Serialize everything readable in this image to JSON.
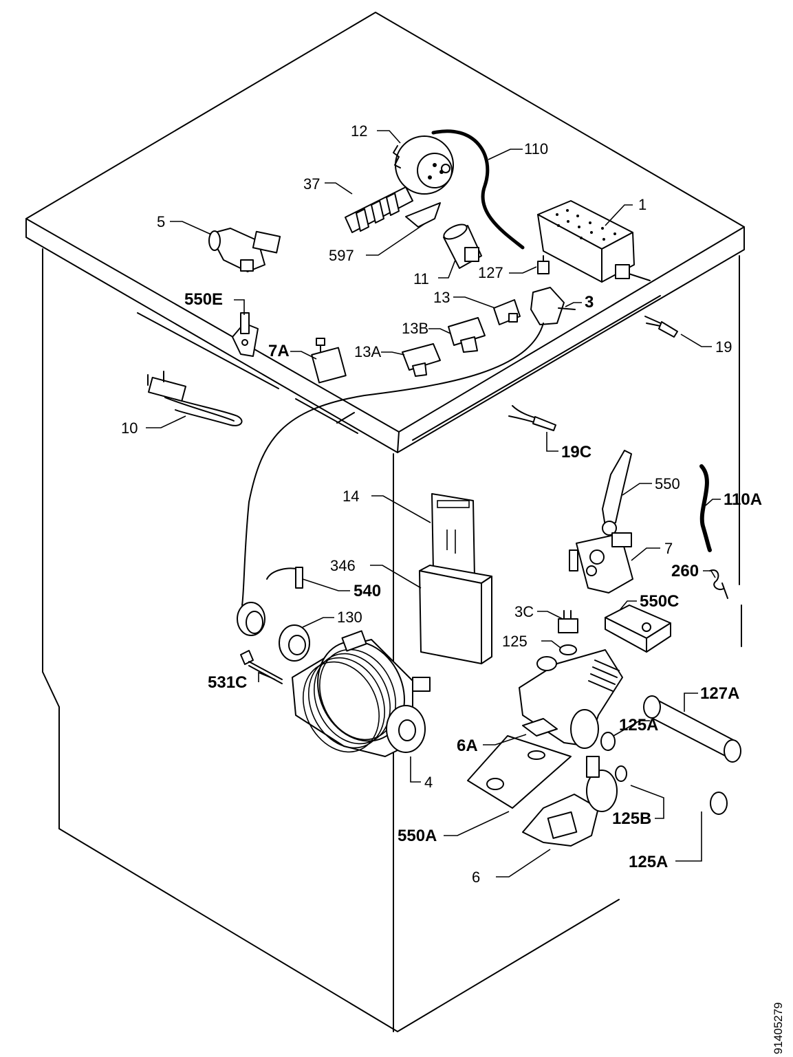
{
  "diagram": {
    "drawing_number": "91405279",
    "part_labels": [
      {
        "id": "12",
        "text": "12"
      },
      {
        "id": "110",
        "text": "110"
      },
      {
        "id": "37",
        "text": "37"
      },
      {
        "id": "1",
        "text": "1"
      },
      {
        "id": "5",
        "text": "5"
      },
      {
        "id": "597",
        "text": "597"
      },
      {
        "id": "11",
        "text": "11"
      },
      {
        "id": "127",
        "text": "127"
      },
      {
        "id": "550E",
        "text": "550E"
      },
      {
        "id": "13",
        "text": "13"
      },
      {
        "id": "3",
        "text": "3"
      },
      {
        "id": "13B",
        "text": "13B"
      },
      {
        "id": "7A",
        "text": "7A"
      },
      {
        "id": "13A",
        "text": "13A"
      },
      {
        "id": "19",
        "text": "19"
      },
      {
        "id": "10",
        "text": "10"
      },
      {
        "id": "19C",
        "text": "19C"
      },
      {
        "id": "550",
        "text": "550"
      },
      {
        "id": "110A",
        "text": "110A"
      },
      {
        "id": "14",
        "text": "14"
      },
      {
        "id": "7",
        "text": "7"
      },
      {
        "id": "346",
        "text": "346"
      },
      {
        "id": "260",
        "text": "260"
      },
      {
        "id": "540",
        "text": "540"
      },
      {
        "id": "550C",
        "text": "550C"
      },
      {
        "id": "3C",
        "text": "3C"
      },
      {
        "id": "130",
        "text": "130"
      },
      {
        "id": "125",
        "text": "125"
      },
      {
        "id": "531C",
        "text": "531C"
      },
      {
        "id": "127A",
        "text": "127A"
      },
      {
        "id": "125A_top",
        "text": "125A"
      },
      {
        "id": "6A",
        "text": "6A"
      },
      {
        "id": "4",
        "text": "4"
      },
      {
        "id": "125B",
        "text": "125B"
      },
      {
        "id": "550A",
        "text": "550A"
      },
      {
        "id": "125A_bottom",
        "text": "125A"
      },
      {
        "id": "6",
        "text": "6"
      }
    ]
  }
}
